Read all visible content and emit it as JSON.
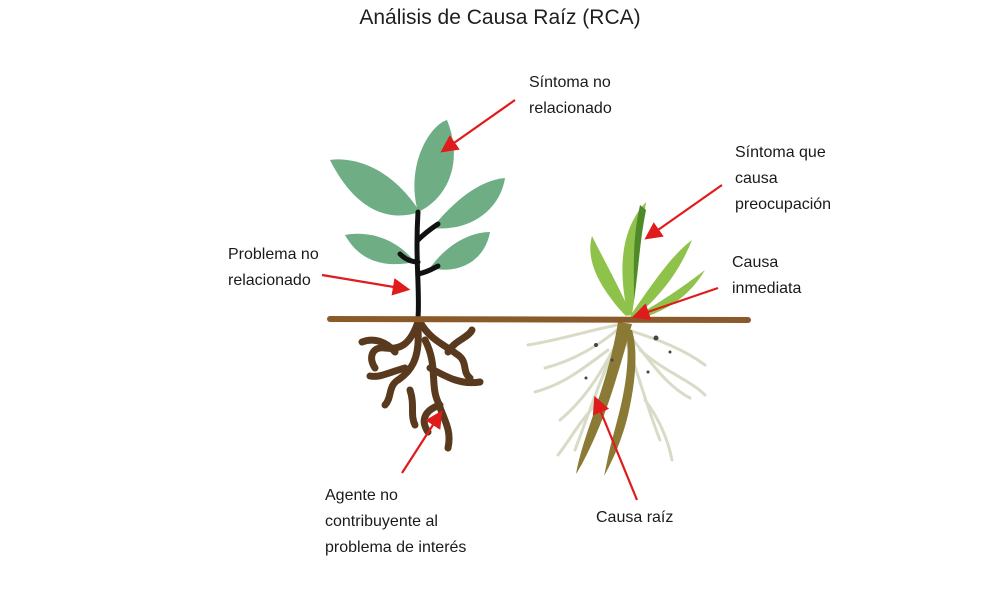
{
  "title": "Análisis de Causa Raíz (RCA)",
  "labels": {
    "unrelated_symptom": "Síntoma no\nrelacionado",
    "concerning_symptom": "Síntoma que\ncausa\npreocupación",
    "unrelated_problem": "Problema no\nrelacionado",
    "immediate_cause": "Causa\ninmediata",
    "non_contributing_agent": "Agente no\ncontribuyente al\nproblema de interés",
    "root_cause": "Causa raíz"
  },
  "colors": {
    "leaf_green": "#6fae85",
    "grass_green": "#8fc24a",
    "grass_dark": "#4f8a2a",
    "stem": "#111111",
    "ground": "#8b5a2b",
    "dark_roots": "#5a3a1e",
    "taproot": "#8a7a36",
    "fine_roots": "#d8dcc6",
    "arrow": "#e01b1b"
  }
}
